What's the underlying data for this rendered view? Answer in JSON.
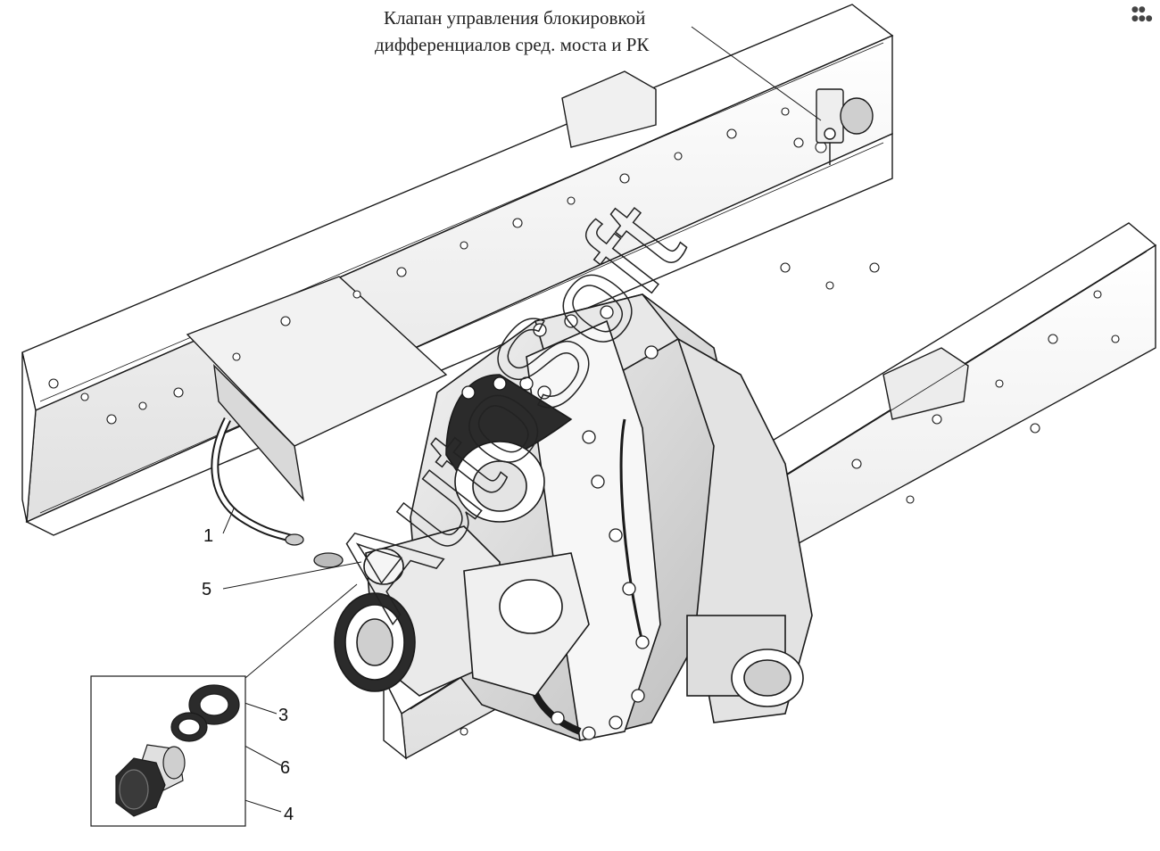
{
  "title": {
    "line1": "Клапан управления блокировкой",
    "line2": "дифференциалов сред. моста и РК"
  },
  "callouts": [
    {
      "id": "1",
      "label": "1"
    },
    {
      "id": "5",
      "label": "5"
    },
    {
      "id": "3",
      "label": "3"
    },
    {
      "id": "6",
      "label": "6"
    },
    {
      "id": "4",
      "label": "4"
    }
  ],
  "watermark": {
    "text": "AutoSoft"
  },
  "corner_mark": "●● ●●●",
  "colors": {
    "line": "#1a1a1a",
    "fill": "#ffffff",
    "shade": "#d8d8d8",
    "dark": "#2b2b2b"
  }
}
